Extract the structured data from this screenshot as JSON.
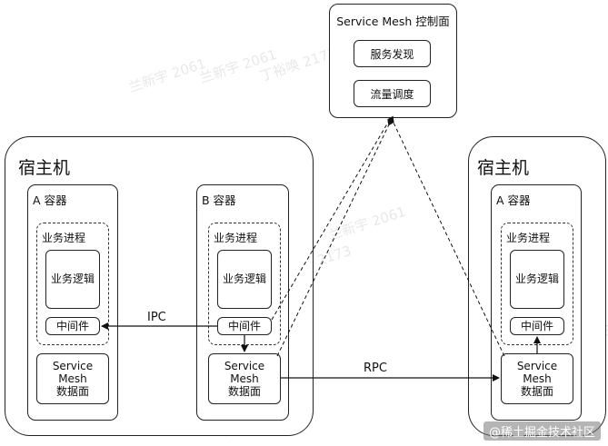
{
  "control_plane": {
    "title": "Service Mesh 控制面",
    "items": [
      "服务发现",
      "流量调度"
    ]
  },
  "hosts": [
    {
      "title": "宿主机"
    },
    {
      "title": "宿主机"
    }
  ],
  "containers": [
    {
      "title": "A 容器",
      "process": "业务进程",
      "logic": "业务逻辑",
      "middleware": "中间件",
      "mesh": "Service\nMesh\n数据面"
    },
    {
      "title": "B 容器",
      "process": "业务进程",
      "logic": "业务逻辑",
      "middleware": "中间件",
      "mesh": "Service\nMesh\n数据面"
    },
    {
      "title": "A 容器",
      "process": "业务进程",
      "logic": "业务逻辑",
      "middleware": "中间件",
      "mesh": "Service\nMesh\n数据面"
    }
  ],
  "edges": {
    "ipc": "IPC",
    "rpc": "RPC"
  },
  "watermarks": [
    "兰新宇 2061",
    "兰新宇 2061",
    "丁裕唤 2173",
    "丁裕唤 2173",
    "兰新宇 2061",
    "丁裕唤 2173",
    "丁裕唤 2173",
    "兰新宇 2061",
    "丁裕唤 2173",
    "73"
  ],
  "footer": "@稀土掘金技术社区"
}
